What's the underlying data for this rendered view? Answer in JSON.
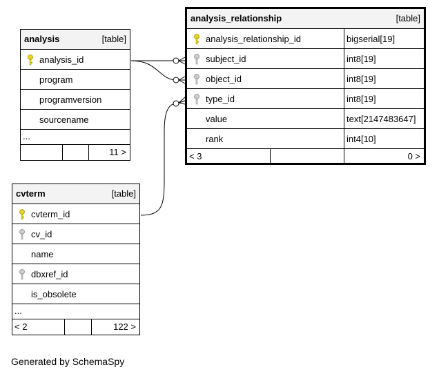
{
  "tables": {
    "analysis": {
      "name": "analysis",
      "type": "[table]",
      "columns": [
        {
          "name": "analysis_id",
          "key": "primary"
        },
        {
          "name": "program",
          "key": "none"
        },
        {
          "name": "programversion",
          "key": "none"
        },
        {
          "name": "sourcename",
          "key": "none"
        }
      ],
      "more": "...",
      "footer": {
        "left": "",
        "right": "11 >"
      }
    },
    "analysis_relationship": {
      "name": "analysis_relationship",
      "type": "[table]",
      "columns": [
        {
          "name": "analysis_relationship_id",
          "type": "bigserial[19]",
          "key": "primary"
        },
        {
          "name": "subject_id",
          "type": "int8[19]",
          "key": "foreign"
        },
        {
          "name": "object_id",
          "type": "int8[19]",
          "key": "foreign"
        },
        {
          "name": "type_id",
          "type": "int8[19]",
          "key": "foreign"
        },
        {
          "name": "value",
          "type": "text[2147483647]",
          "key": "none"
        },
        {
          "name": "rank",
          "type": "int4[10]",
          "key": "none"
        }
      ],
      "footer": {
        "left": "< 3",
        "right": "0 >"
      }
    },
    "cvterm": {
      "name": "cvterm",
      "type": "[table]",
      "columns": [
        {
          "name": "cvterm_id",
          "key": "primary"
        },
        {
          "name": "cv_id",
          "key": "foreign"
        },
        {
          "name": "name",
          "key": "none"
        },
        {
          "name": "dbxref_id",
          "key": "foreign"
        },
        {
          "name": "is_obsolete",
          "key": "none"
        }
      ],
      "more": "...",
      "footer": {
        "left": "< 2",
        "right": "122 >"
      }
    }
  },
  "colors": {
    "primary_key": "#e8d51a",
    "foreign_key": "#b8b8b8",
    "header_bg": "#f3f3f3"
  },
  "generated_by": "Generated by SchemaSpy"
}
